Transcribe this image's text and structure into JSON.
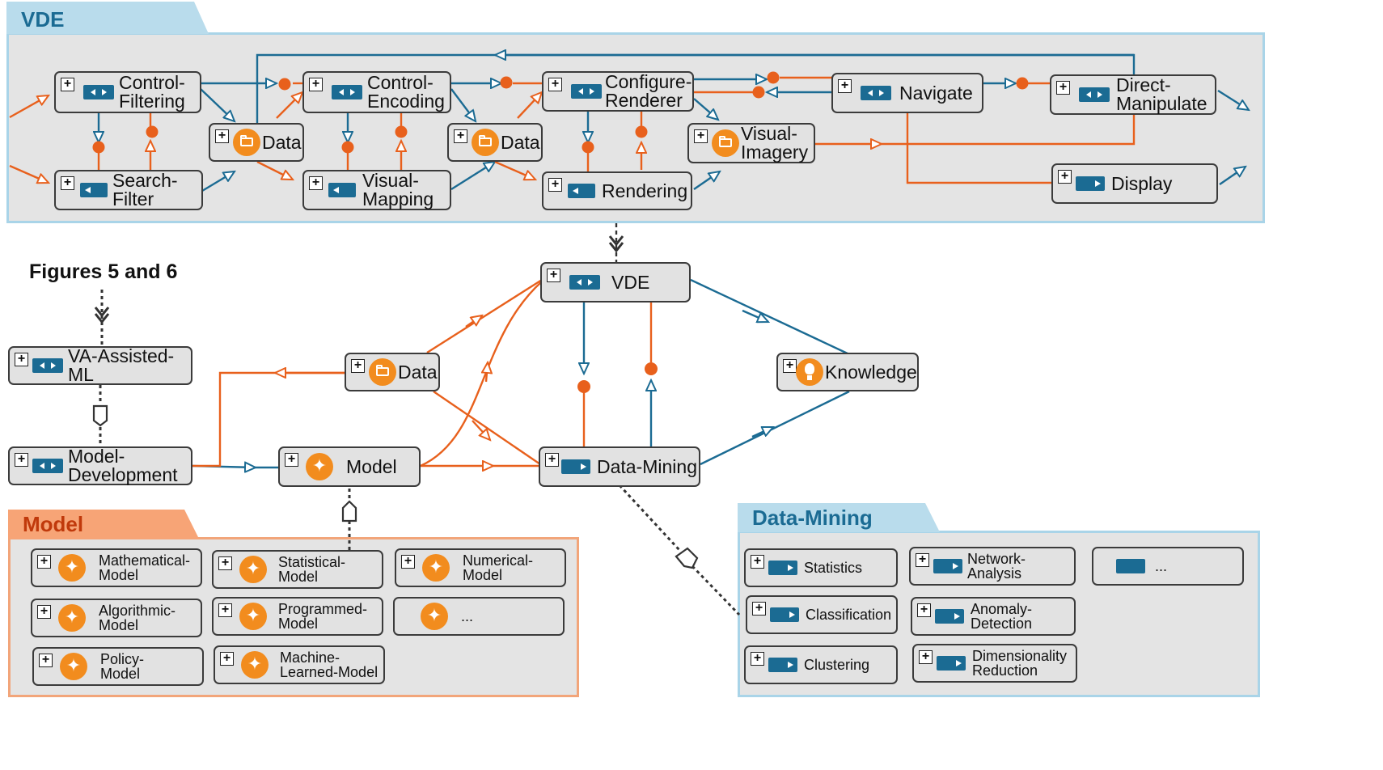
{
  "packages": {
    "vde": "VDE",
    "model": "Model",
    "data_mining": "Data-Mining"
  },
  "figure_ref": "Figures 5 and 6",
  "vde_nodes": {
    "control_filtering": "Control-\nFiltering",
    "search_filter": "Search-\nFilter",
    "data_1": "Data",
    "control_encoding": "Control-\nEncoding",
    "visual_mapping": "Visual-\nMapping",
    "data_2": "Data",
    "configure_renderer": "Configure-\nRenderer",
    "rendering": "Rendering",
    "visual_imagery": "Visual-\nImagery",
    "navigate": "Navigate",
    "direct_manipulate": "Direct-\nManipulate",
    "display": "Display"
  },
  "main_nodes": {
    "vde": "VDE",
    "va_assisted_ml": "VA-Assisted-ML",
    "data": "Data",
    "knowledge": "Knowledge",
    "model_development": "Model-\nDevelopment",
    "model": "Model",
    "data_mining": "Data-Mining"
  },
  "model_items": [
    "Mathematical-\nModel",
    "Statistical-\nModel",
    "Numerical-\nModel",
    "Algorithmic-\nModel",
    "Programmed-\nModel",
    "...",
    "Policy-\nModel",
    "Machine-\nLearned-Model"
  ],
  "dm_items": [
    "Statistics",
    "Network-\nAnalysis",
    "...",
    "Classification",
    "Anomaly-\nDetection",
    "Clustering",
    "Dimensionality\nReduction"
  ],
  "colors": {
    "blue": "#1b6b93",
    "orange": "#e8601c",
    "pkg_blue_tab": "#b9dcec",
    "pkg_blue_border": "#a9d4e8",
    "pkg_orange_tab": "#f7a476",
    "pkg_orange_border": "#f2a57a",
    "node_fill": "#e2e2e2",
    "icon_orange": "#f28c1e"
  }
}
